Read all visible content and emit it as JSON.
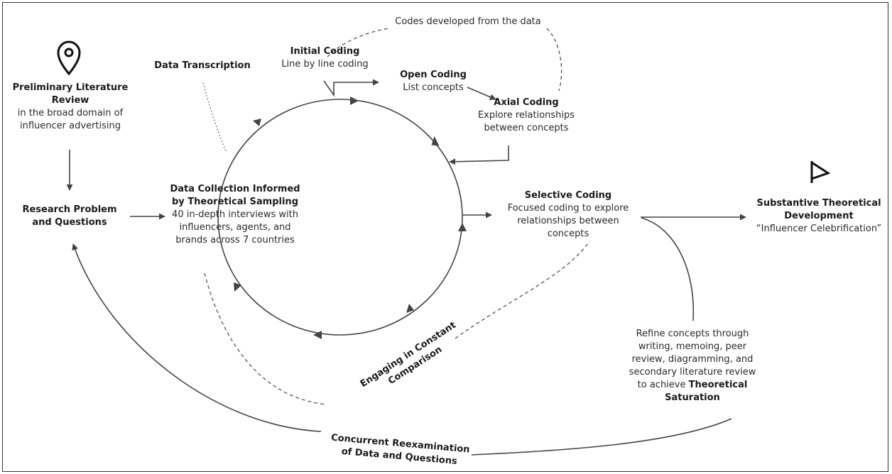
{
  "nodes": {
    "lit_review": {
      "title_1": "Preliminary Literature",
      "title_2": "Review",
      "desc_1": "in the broad domain of",
      "desc_2": "influencer advertising"
    },
    "research_problem": {
      "title_1": "Research Problem",
      "title_2": "and Questions"
    },
    "data_transcription": {
      "title": "Data Transcription"
    },
    "data_collection": {
      "title_1": "Data Collection Informed",
      "title_2": "by Theoretical Sampling",
      "desc_1": "40 in-depth interviews with",
      "desc_2": "influencers, agents, and",
      "desc_3": "brands across 7 countries"
    },
    "initial_coding": {
      "title": "Initial Coding",
      "desc": "Line by line coding"
    },
    "codes_note": {
      "text": "Codes developed from the data"
    },
    "open_coding": {
      "title": "Open Coding",
      "desc": "List concepts"
    },
    "axial_coding": {
      "title": "Axial Coding",
      "desc_1": "Explore relationships",
      "desc_2": "between concepts"
    },
    "selective_coding": {
      "title": "Selective Coding",
      "desc_1": "Focused coding to explore",
      "desc_2": "relationships between",
      "desc_3": "concepts"
    },
    "substantive": {
      "title_1": "Substantive Theoretical",
      "title_2": "Development",
      "desc": "“Influencer Celebrification”"
    },
    "constant_comparison": {
      "line_1": "Engaging in Constant",
      "line_2": "Comparison"
    },
    "refine": {
      "line_1": "Refine concepts through",
      "line_2": "writing, memoing, peer",
      "line_3": "review, diagramming, and",
      "line_4": "secondary literature review",
      "line_5_prefix": "to achieve ",
      "line_5_bold": "Theoretical",
      "line_6_bold": "Saturation"
    },
    "reexamination": {
      "line_1": "Concurrent Reexamination",
      "line_2": "of Data and Questions"
    }
  },
  "icons": [
    "location-pin-icon",
    "flag-icon"
  ],
  "colors": {
    "line": "#444444",
    "text": "#222222",
    "border": "#333333"
  }
}
